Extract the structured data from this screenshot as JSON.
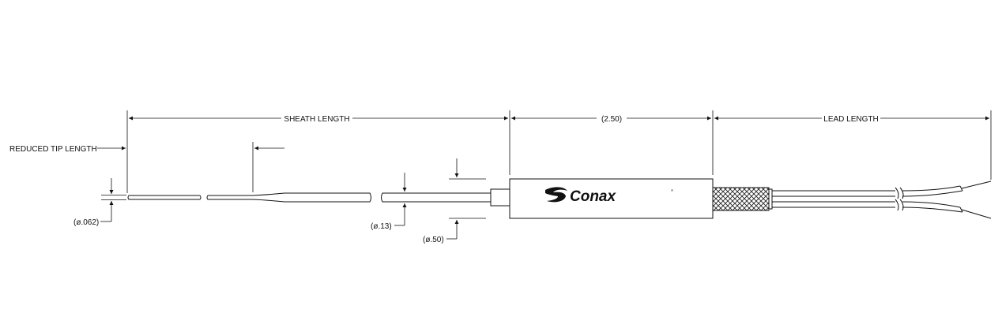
{
  "dimensions": {
    "reduced_tip_length": "REDUCED TIP LENGTH",
    "sheath_length": "SHEATH LENGTH",
    "housing_length": "(2.50)",
    "lead_length": "LEAD LENGTH",
    "tip_diameter": "(ø.062)",
    "sheath_diameter": "(ø.13)",
    "housing_diameter": "(ø.50)"
  },
  "brand": {
    "name": "Conax",
    "registered_mark": "®"
  }
}
